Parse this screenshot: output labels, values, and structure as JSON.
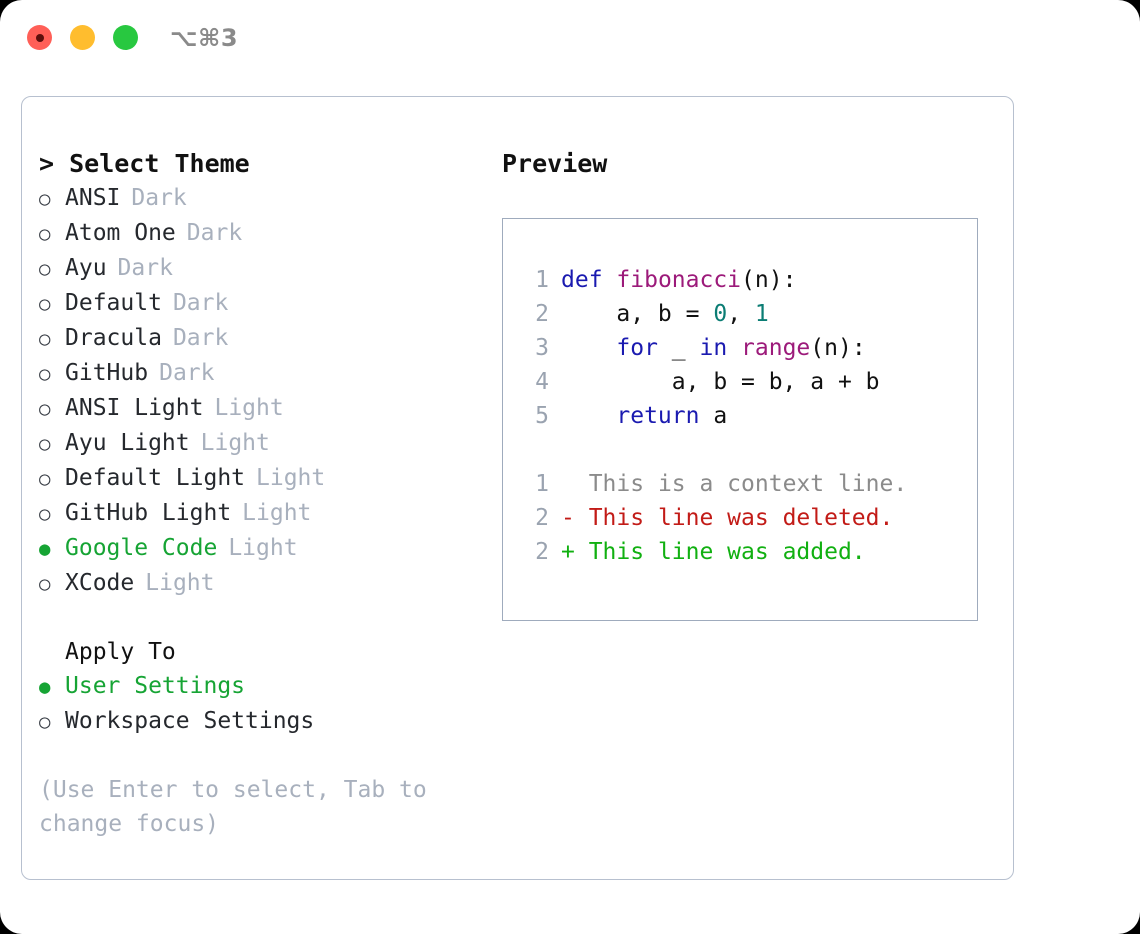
{
  "window": {
    "shortcut": "⌥⌘3",
    "traffic_lights": [
      {
        "name": "close-button",
        "color": "#ff5f57"
      },
      {
        "name": "minimize-button",
        "color": "#ffbd2e"
      },
      {
        "name": "maximize-button",
        "color": "#28c840"
      }
    ]
  },
  "left": {
    "title": "> Select Theme",
    "themes": [
      {
        "bullet": "○",
        "label": "ANSI",
        "tag": "Dark",
        "selected": false
      },
      {
        "bullet": "○",
        "label": "Atom One",
        "tag": "Dark",
        "selected": false
      },
      {
        "bullet": "○",
        "label": "Ayu",
        "tag": "Dark",
        "selected": false
      },
      {
        "bullet": "○",
        "label": "Default",
        "tag": "Dark",
        "selected": false
      },
      {
        "bullet": "○",
        "label": "Dracula",
        "tag": "Dark",
        "selected": false
      },
      {
        "bullet": "○",
        "label": "GitHub",
        "tag": "Dark",
        "selected": false
      },
      {
        "bullet": "○",
        "label": "ANSI Light",
        "tag": "Light",
        "selected": false
      },
      {
        "bullet": "○",
        "label": "Ayu Light",
        "tag": "Light",
        "selected": false
      },
      {
        "bullet": "○",
        "label": "Default Light",
        "tag": "Light",
        "selected": false
      },
      {
        "bullet": "○",
        "label": "GitHub Light",
        "tag": "Light",
        "selected": false
      },
      {
        "bullet": "●",
        "label": "Google Code",
        "tag": "Light",
        "selected": true
      },
      {
        "bullet": "○",
        "label": "XCode",
        "tag": "Light",
        "selected": false
      }
    ],
    "apply_to": {
      "title": "Apply To",
      "options": [
        {
          "bullet": "●",
          "label": "User Settings",
          "selected": true
        },
        {
          "bullet": "○",
          "label": "Workspace Settings",
          "selected": false
        }
      ]
    },
    "hint": "(Use Enter to select, Tab to change focus)"
  },
  "right": {
    "title": "Preview",
    "code_lines": [
      {
        "n": "1",
        "tokens": [
          {
            "t": "def",
            "c": "kw"
          },
          {
            "t": " ",
            "c": "pl"
          },
          {
            "t": "fibonacci",
            "c": "fn"
          },
          {
            "t": "(n):",
            "c": "pl"
          }
        ]
      },
      {
        "n": "2",
        "tokens": [
          {
            "t": "    a, b = ",
            "c": "pl"
          },
          {
            "t": "0",
            "c": "num"
          },
          {
            "t": ", ",
            "c": "pl"
          },
          {
            "t": "1",
            "c": "num"
          }
        ]
      },
      {
        "n": "3",
        "tokens": [
          {
            "t": "    ",
            "c": "pl"
          },
          {
            "t": "for",
            "c": "kw"
          },
          {
            "t": " _ ",
            "c": "pl"
          },
          {
            "t": "in",
            "c": "kw"
          },
          {
            "t": " ",
            "c": "pl"
          },
          {
            "t": "range",
            "c": "fn"
          },
          {
            "t": "(n):",
            "c": "pl"
          }
        ]
      },
      {
        "n": "4",
        "tokens": [
          {
            "t": "        a, b = b, a + b",
            "c": "pl"
          }
        ]
      },
      {
        "n": "5",
        "tokens": [
          {
            "t": "    ",
            "c": "pl"
          },
          {
            "t": "return",
            "c": "kw"
          },
          {
            "t": " a",
            "c": "pl"
          }
        ]
      }
    ],
    "diff_lines": [
      {
        "n": "1",
        "marker": " ",
        "text": " This is a context line.",
        "kind": "dctx"
      },
      {
        "n": "2",
        "marker": "-",
        "text": " This line was deleted.",
        "kind": "ddel"
      },
      {
        "n": "2",
        "marker": "+",
        "text": " This line was added.",
        "kind": "dadd"
      }
    ]
  },
  "colors": {
    "keyword": "#1a1ab0",
    "function": "#9c1a7a",
    "number": "#0b7d74",
    "plain": "#111111",
    "line_number": "#9aa3b0",
    "diff_context": "#8b8b8b",
    "diff_deleted": "#c21b17",
    "diff_added": "#11b011",
    "selected_green": "#16a434",
    "muted_tag": "#a8b0bd",
    "border": "#b7c0cf"
  }
}
